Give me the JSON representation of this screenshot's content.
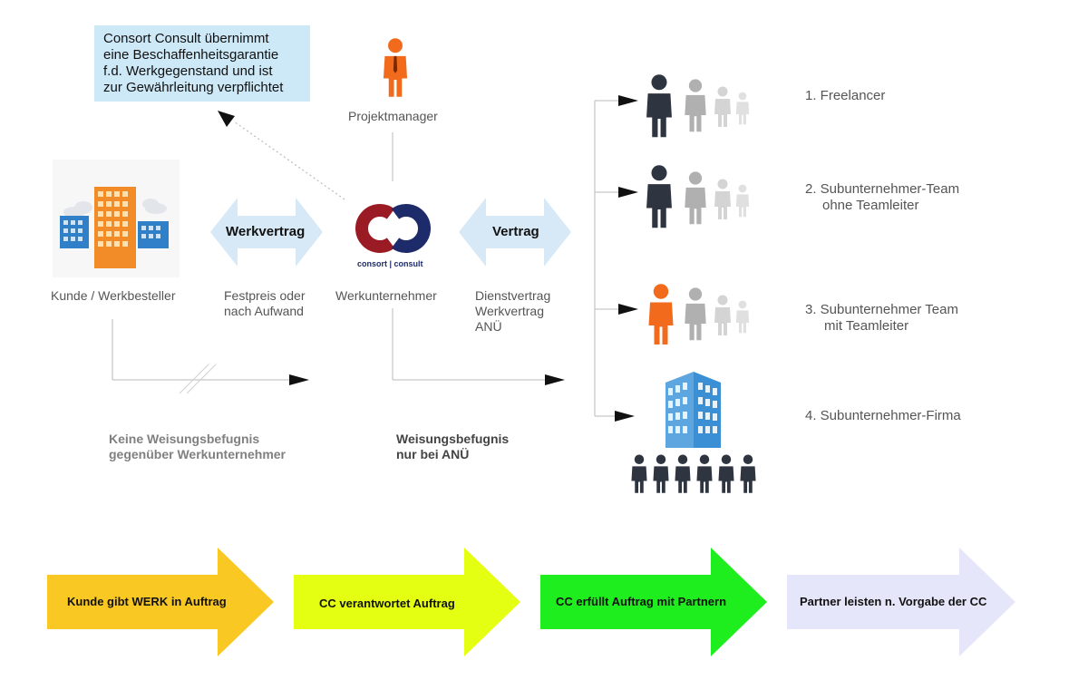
{
  "note": {
    "lines": [
      "Consort Consult übernimmt",
      "eine Beschaffenheitsgarantie",
      "f.d. Werkgegenstand und ist",
      "zur Gewährleitung verpflichtet"
    ]
  },
  "projektmanager": "Projektmanager",
  "kunde_label": "Kunde / Werkbesteller",
  "werkvertrag": {
    "arrow_label": "Werkvertrag",
    "lines": [
      "Festpreis oder",
      "nach Aufwand"
    ]
  },
  "logo_text": "consort | consult",
  "werkunternehmer_label": "Werkunternehmer",
  "vertrag": {
    "arrow_label": "Vertrag",
    "lines": [
      "Dienstvertrag",
      "Werkvertrag",
      "ANÜ"
    ]
  },
  "partners": [
    {
      "lines": [
        "1. Freelancer"
      ]
    },
    {
      "lines": [
        "2. Subunternehmer-Team",
        "ohne Teamleiter"
      ]
    },
    {
      "lines": [
        "3. Subunternehmer Team",
        "mit Teamleiter"
      ]
    },
    {
      "lines": [
        "4. Subunternehmer-Firma"
      ]
    }
  ],
  "weisung_left": {
    "lines": [
      "Keine Weisungsbefugnis",
      "gegenüber Werkunternehmer"
    ]
  },
  "weisung_right": {
    "lines": [
      "Weisungsbefugnis",
      "nur bei ANÜ"
    ]
  },
  "flow": [
    {
      "label": "Kunde gibt WERK in Auftrag",
      "color": "#f9c823"
    },
    {
      "label": "CC verantwortet Auftrag",
      "color": "#e5ff12"
    },
    {
      "label": "CC erfüllt Auftrag mit Partnern",
      "color": "#1eee1e"
    },
    {
      "label": "Partner leisten n. Vorgabe der CC",
      "color": "#e6e6fa"
    }
  ],
  "colors": {
    "note_bg": "#cde8f6",
    "double_arrow": "#d7e9f6",
    "person_dark": "#2e3440",
    "person_orange": "#f26b1d",
    "person_gray": "#b0b0b0",
    "person_light": "#d4d4d4",
    "logo_red": "#9b1b24",
    "logo_blue": "#1d2b6a",
    "building_blue": "#2f7fc9",
    "line": "#c8c8c8"
  }
}
